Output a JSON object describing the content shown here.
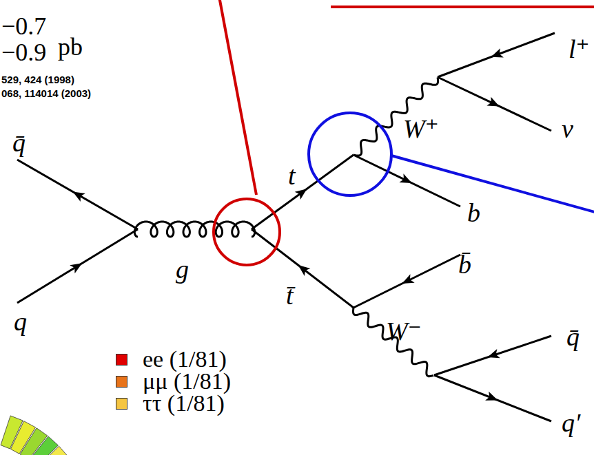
{
  "diagram": {
    "labels": [
      "−0.7",
      "−0.9",
      "pb",
      "529, 424 (1998)",
      "068, 114014 (2003)",
      "q̄",
      "q",
      "g",
      "t",
      "t̄",
      "W⁺",
      "l⁺",
      "ν",
      "b",
      "b̄",
      "W⁻",
      "q̄",
      "q′"
    ],
    "legend": [
      {
        "text": "ee (1/81)",
        "color": "#e00000"
      },
      {
        "text": "μμ (1/81)",
        "color": "#e8731a"
      },
      {
        "text": "ττ (1/81)",
        "color": "#f5c542"
      }
    ]
  }
}
